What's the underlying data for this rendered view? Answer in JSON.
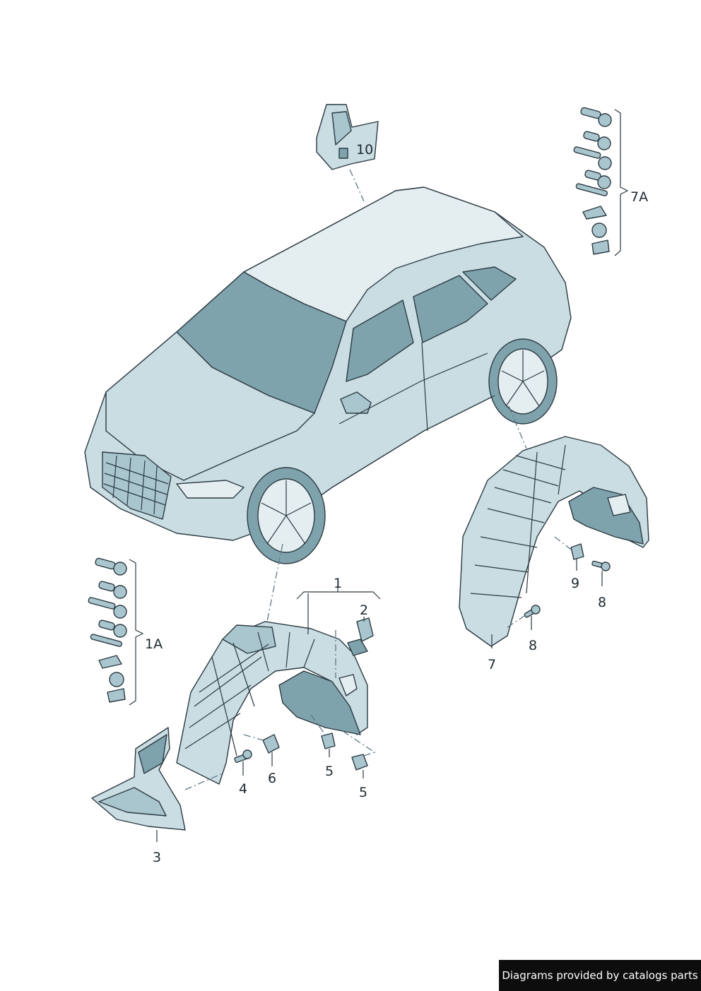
{
  "labels": {
    "p1": "1",
    "p1a": "1A",
    "p2": "2",
    "p3": "3",
    "p4": "4",
    "p5a": "5",
    "p5b": "5",
    "p6": "6",
    "p7": "7",
    "p7a": "7A",
    "p8a": "8",
    "p8b": "8",
    "p9": "9",
    "p10": "10"
  },
  "footer": {
    "text": "Diagrams provided by catalogs parts"
  },
  "colors": {
    "part_fill": "#c9dde3",
    "part_shadow": "#7fa3ad",
    "outline": "#2c3a42",
    "footer_bg": "#0d0d0d"
  }
}
